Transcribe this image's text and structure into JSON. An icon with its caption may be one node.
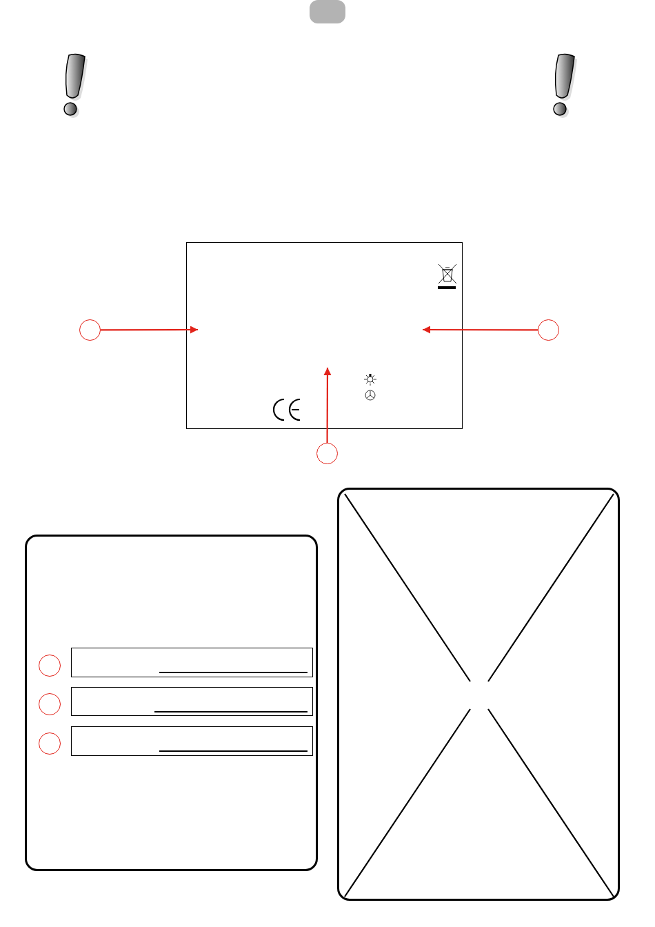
{
  "diagram": {
    "nodes": [
      {
        "text": [],
        "shape": "box"
      },
      {
        "text": [],
        "shape": "circle"
      },
      {
        "text": [],
        "shape": "circle"
      },
      {
        "text": [],
        "shape": "circle"
      },
      {
        "text": [],
        "shape": "box"
      },
      {
        "text": [],
        "shape": "circle",
        "in": 4
      },
      {
        "text": [],
        "shape": "circle",
        "in": 4
      },
      {
        "text": [],
        "shape": "circle",
        "in": 4
      },
      {
        "text": [],
        "shape": "box",
        "in": 4
      },
      {
        "text": [],
        "shape": "box",
        "in": 4
      },
      {
        "text": [],
        "shape": "box",
        "in": 4
      },
      {
        "text": [],
        "shape": "box"
      }
    ],
    "edges": [
      {
        "from": 1,
        "to": 0,
        "arrow": "to",
        "color": "#e2231a"
      },
      {
        "from": 2,
        "to": 0,
        "arrow": "to",
        "color": "#e2231a"
      },
      {
        "from": 3,
        "to": 0,
        "arrow": "to",
        "color": "#e2231a"
      }
    ]
  }
}
